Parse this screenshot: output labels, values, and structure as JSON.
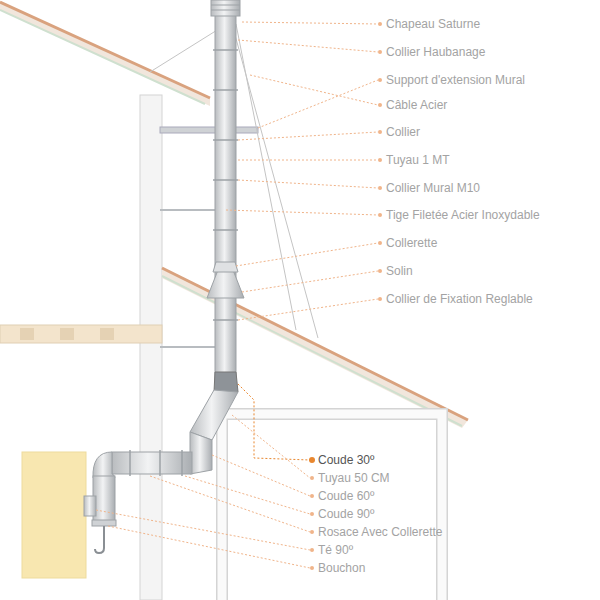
{
  "diagram": {
    "labels": [
      "Chapeau Saturne",
      "Collier Haubanage",
      "Support d'extension Mural",
      "Câble Acier",
      "Collier",
      "Tuyau 1 MT",
      "Collier Mural M10",
      "Tige Filetée Acier Inoxydable",
      "Collerette",
      "Solin",
      "Collier de Fixation Reglable",
      "Coude 30º",
      "Tuyau 50 CM",
      "Coude 60º",
      "Coude 90º",
      "Rosace Avec Collerette",
      "Té 90º",
      "Bouchon"
    ]
  }
}
